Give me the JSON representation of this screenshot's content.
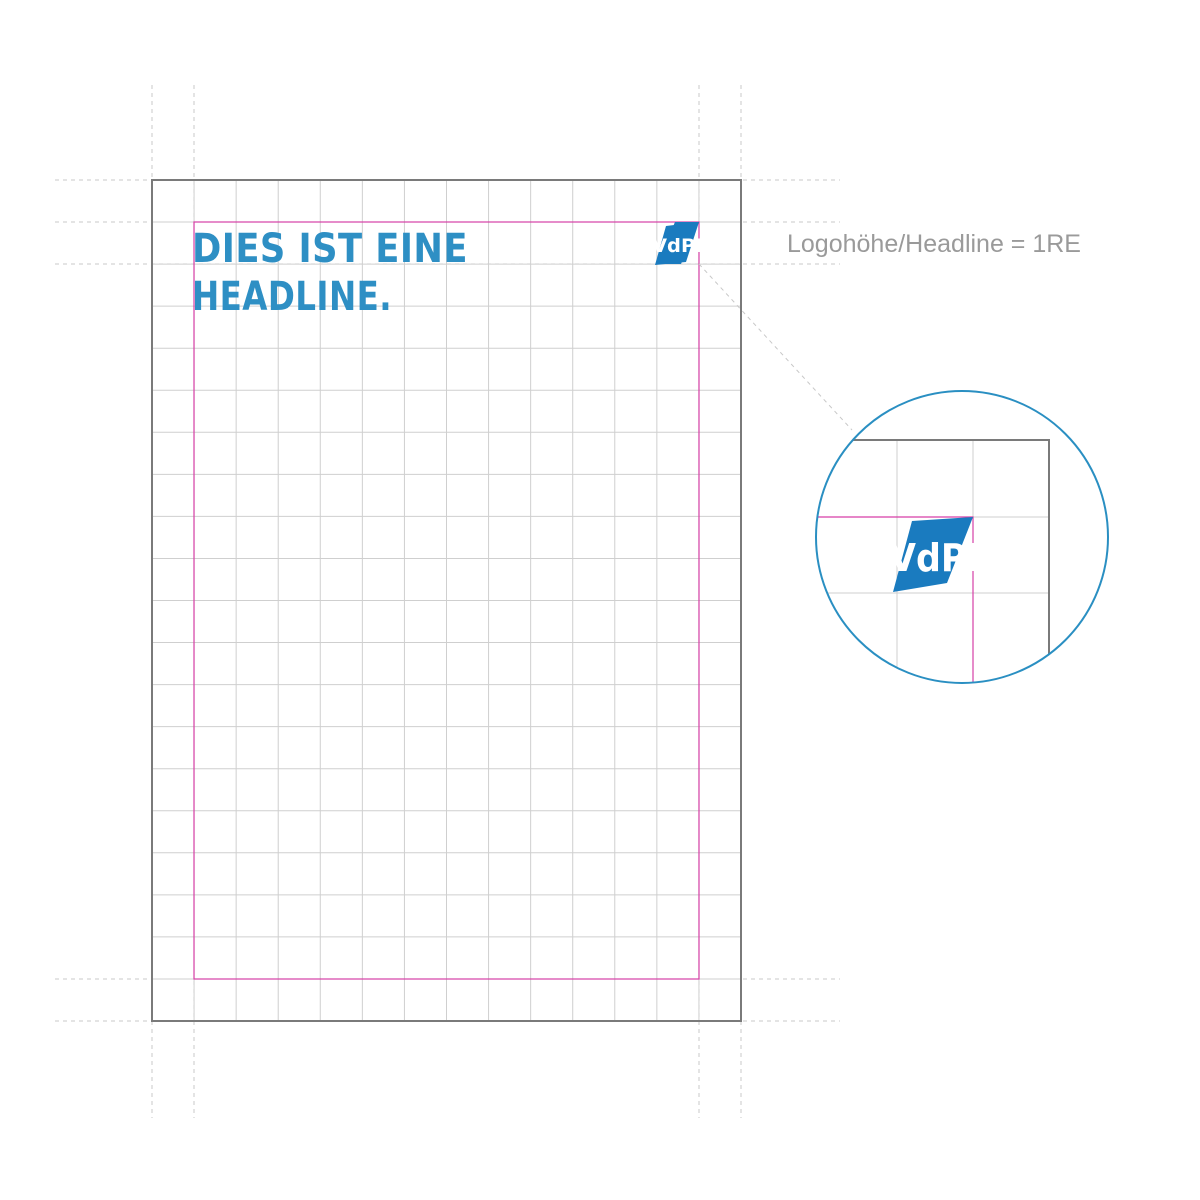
{
  "page": {
    "headline_line1": "DIES IST EINE",
    "headline_line2": "HEADLINE."
  },
  "logo": {
    "text": "VdPB"
  },
  "annotation": {
    "label": "Logohöhe/Headline = 1RE"
  },
  "colors": {
    "brand_blue": "#1a7bbf",
    "headline_blue": "#2e8fc4",
    "margin_magenta": "#d63fa6",
    "grid_gray": "#cfcfcf",
    "frame_gray": "#7a7a7a",
    "guide_gray": "#c8c8c8",
    "zoom_circle": "#2a8fc2"
  }
}
